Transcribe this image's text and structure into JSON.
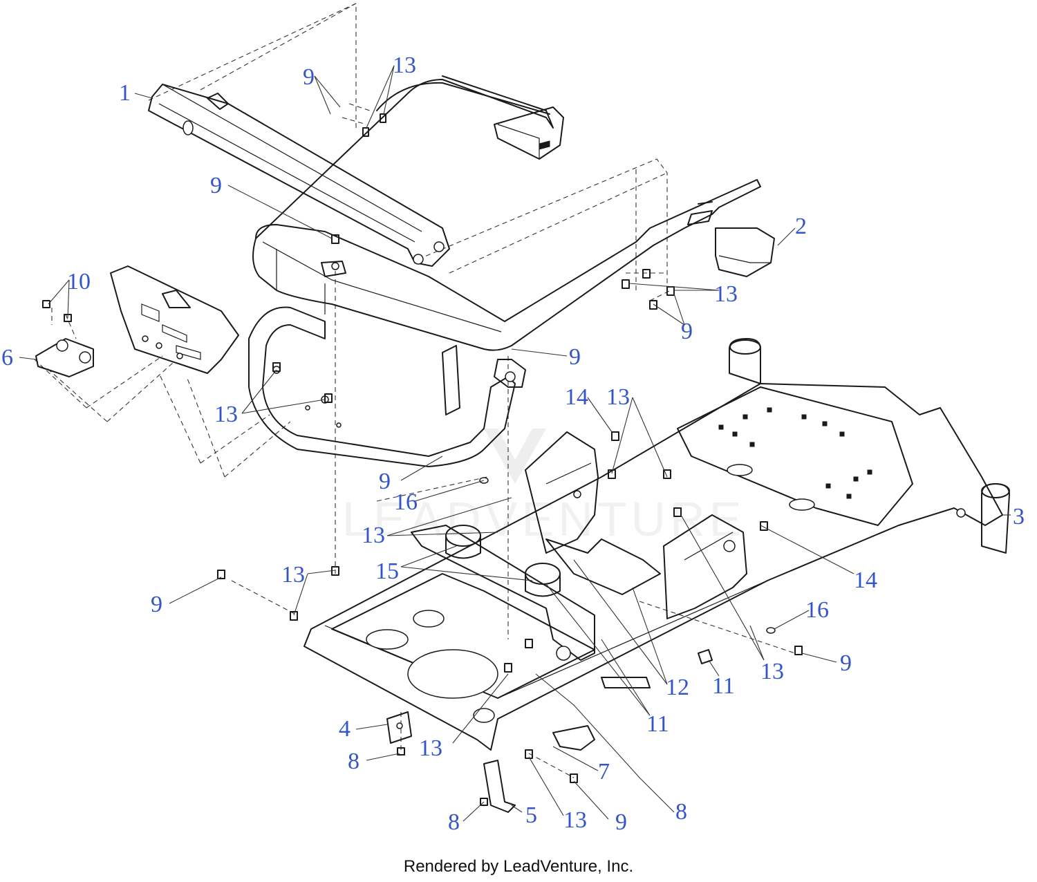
{
  "diagram": {
    "callouts": [
      "1",
      "2",
      "3",
      "4",
      "5",
      "6",
      "7",
      "8",
      "9",
      "10",
      "11",
      "12",
      "13",
      "14",
      "15",
      "16"
    ],
    "watermark": "LEADVENTURE",
    "footer": "Rendered by LeadVenture, Inc."
  }
}
